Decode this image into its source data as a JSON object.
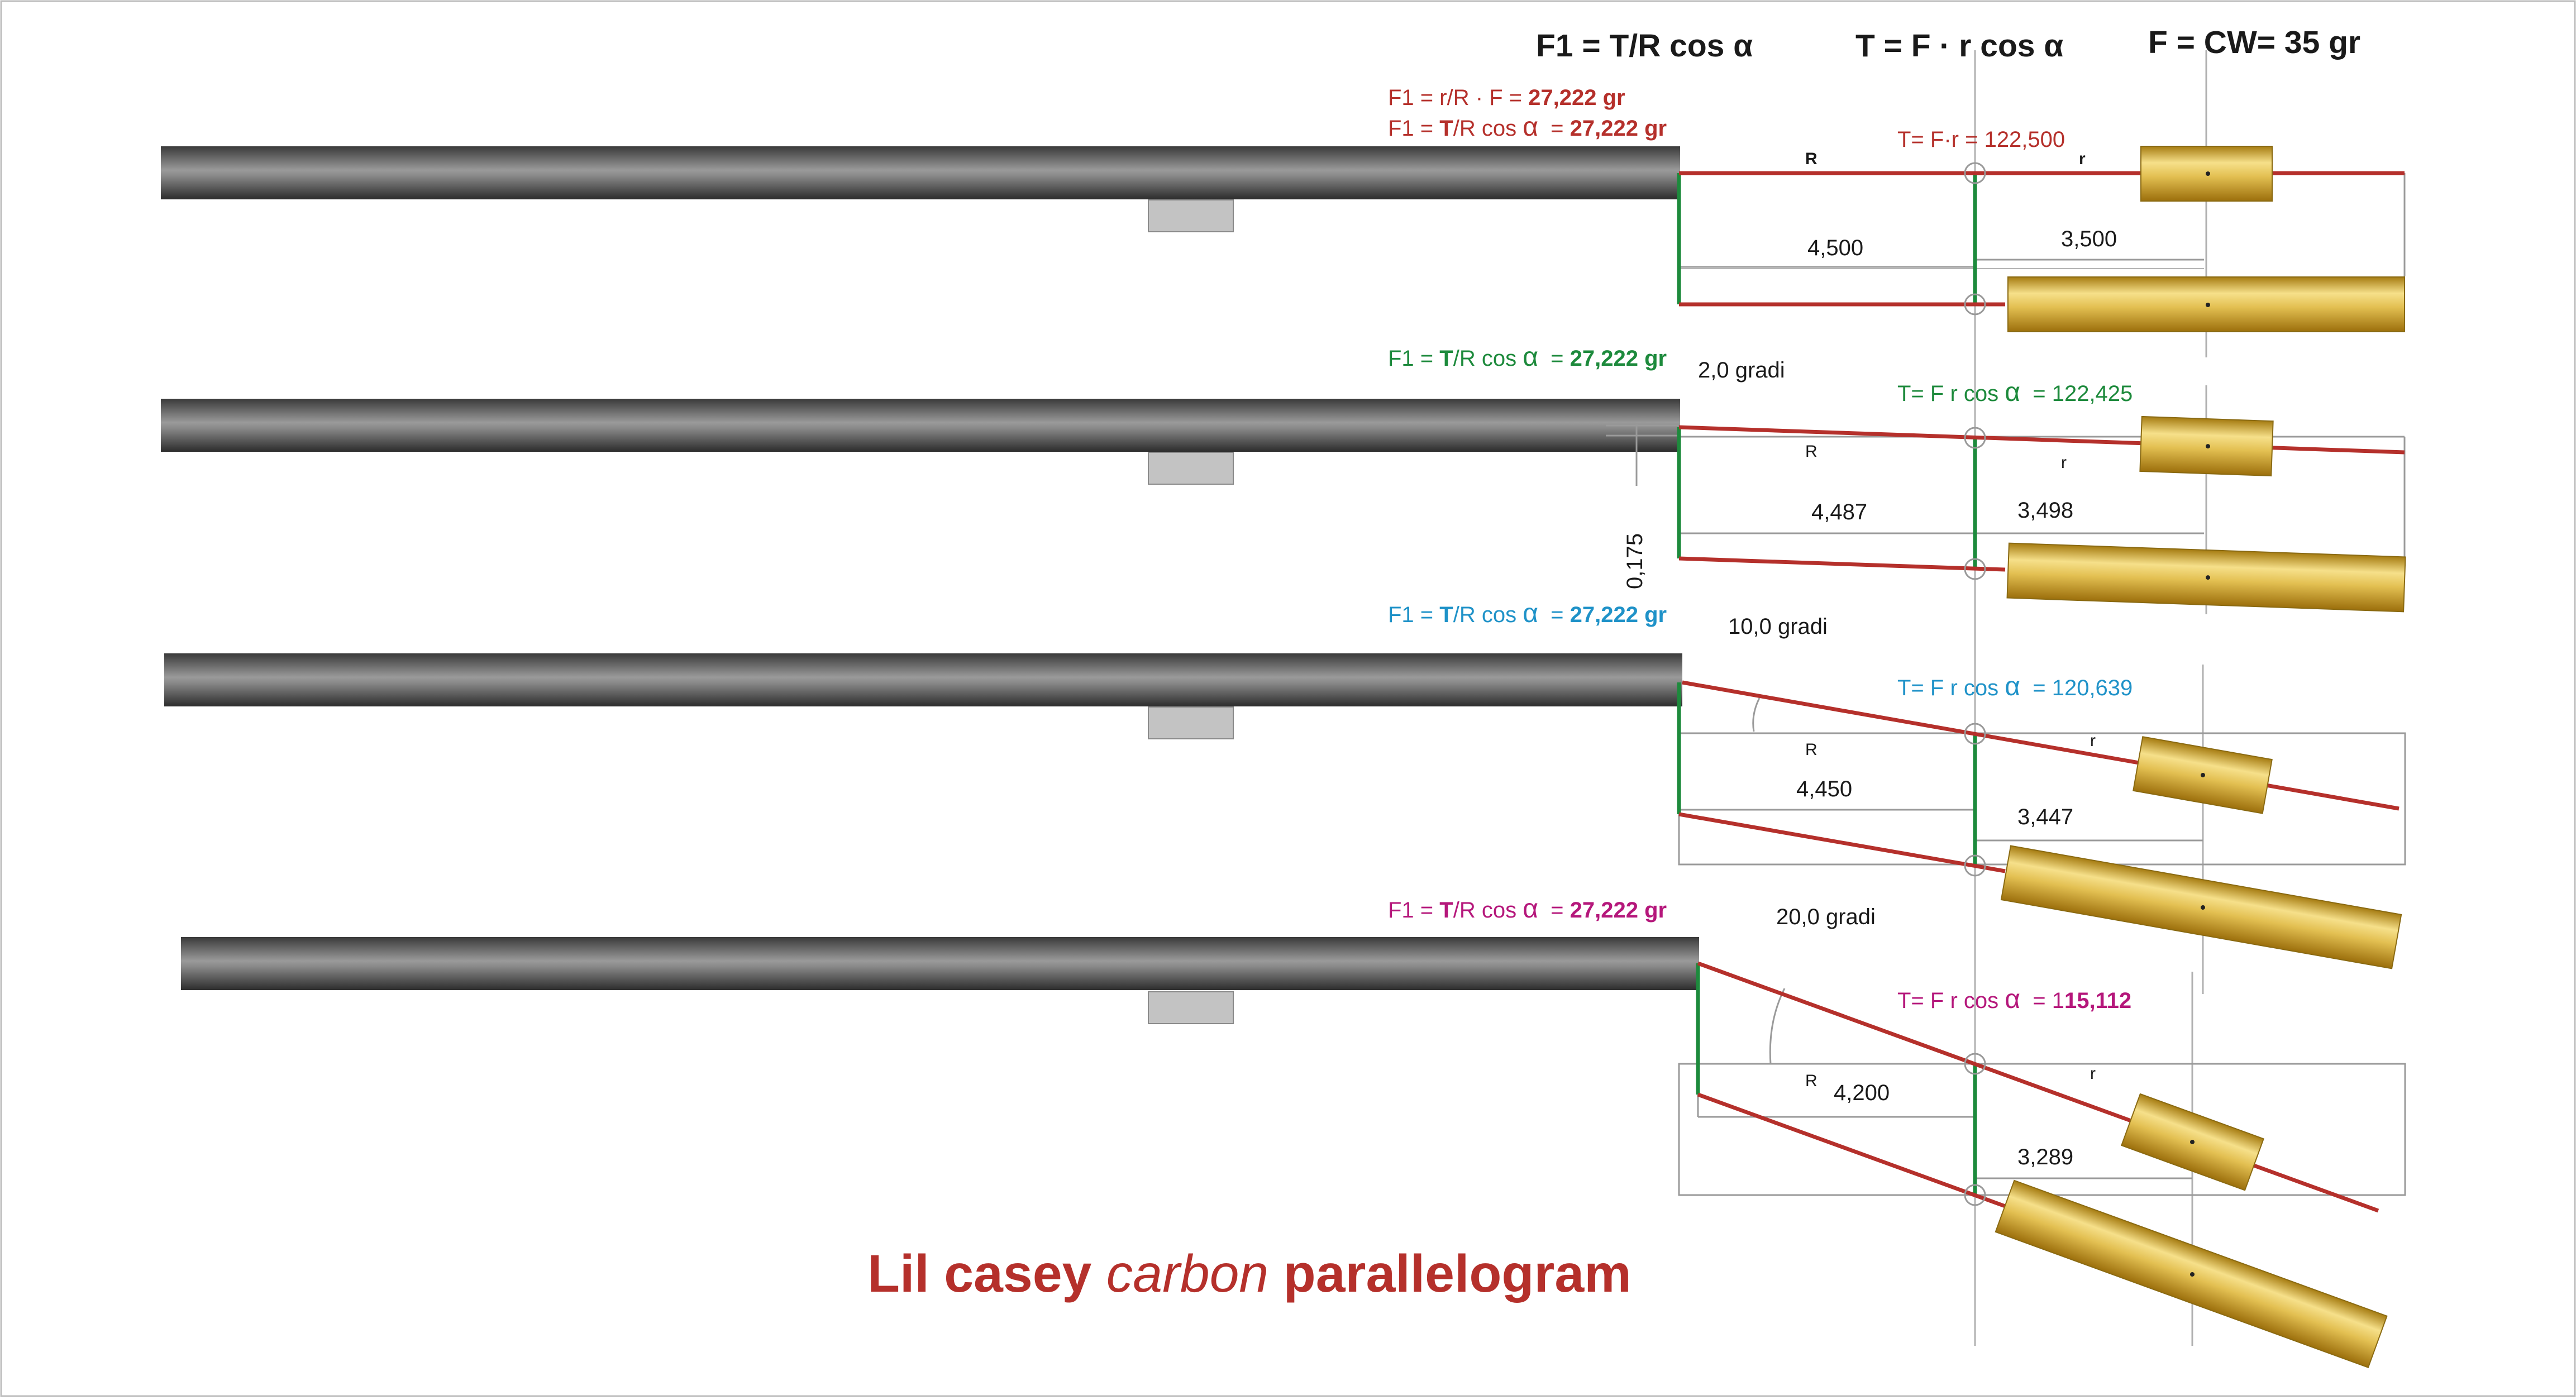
{
  "colors": {
    "red": "#b5302b",
    "green": "#1d8a3c",
    "blue": "#1f92c8",
    "magenta": "#b5177b",
    "gold": "#d2ad34",
    "rod": "#555555",
    "frame": "#9a9a9a"
  },
  "header": {
    "col1": "F1 = T/R cos α",
    "col2": "T = F · r cos α",
    "col3": "F = CW= 35 gr"
  },
  "panels": [
    {
      "formula1": "F1 = r/R · F = ",
      "value1": "27,222 gr",
      "formula2_a": "F1 = ",
      "formula2_b": "T",
      "formula2_c": "/R cos ",
      "formula2_alpha": "α",
      "formula2_d": "  = ",
      "value2": "27,222 gr",
      "torque": "T= F·r  = 122,500",
      "R_label": "R",
      "r_label": "r",
      "dim_R": "4,500",
      "dim_r": "3,500"
    },
    {
      "formula_a": "F1 = ",
      "formula_b": "T",
      "formula_c": "/R cos ",
      "formula_alpha": "α",
      "formula_d": "  = ",
      "value": "27,222 gr",
      "angle": "2,0 gradi",
      "torque_a": "T= F r cos ",
      "torque_alpha": "α",
      "torque_b": "  = 122,425",
      "R_label": "R",
      "r_label": "r",
      "dim_R": "4,487",
      "dim_r": "3,498",
      "vertical": "0,175"
    },
    {
      "formula_a": "F1 = ",
      "formula_b": "T",
      "formula_c": "/R cos ",
      "formula_alpha": "α",
      "formula_d": "  = ",
      "value": "27,222 gr",
      "angle": "10,0 gradi",
      "torque_a": "T= F r cos ",
      "torque_alpha": "α",
      "torque_b": "  = 120,639",
      "R_label": "R",
      "r_label": "r",
      "dim_R": "4,450",
      "dim_r": "3,447"
    },
    {
      "formula_a": "F1 = ",
      "formula_b": "T",
      "formula_c": "/R cos ",
      "formula_alpha": "α",
      "formula_d": "  = ",
      "value": "27,222 gr",
      "angle": "20,0 gradi",
      "torque_a": "T= F r cos ",
      "torque_alpha": "α",
      "torque_b": "  = 1",
      "torque_bold": "15,112",
      "R_label": "R",
      "r_label": "r",
      "dim_R": "4,200",
      "dim_r": "3,289"
    }
  ],
  "title": {
    "part1": "Lil casey ",
    "part2": "carbon",
    "part3": " parallelogram"
  }
}
